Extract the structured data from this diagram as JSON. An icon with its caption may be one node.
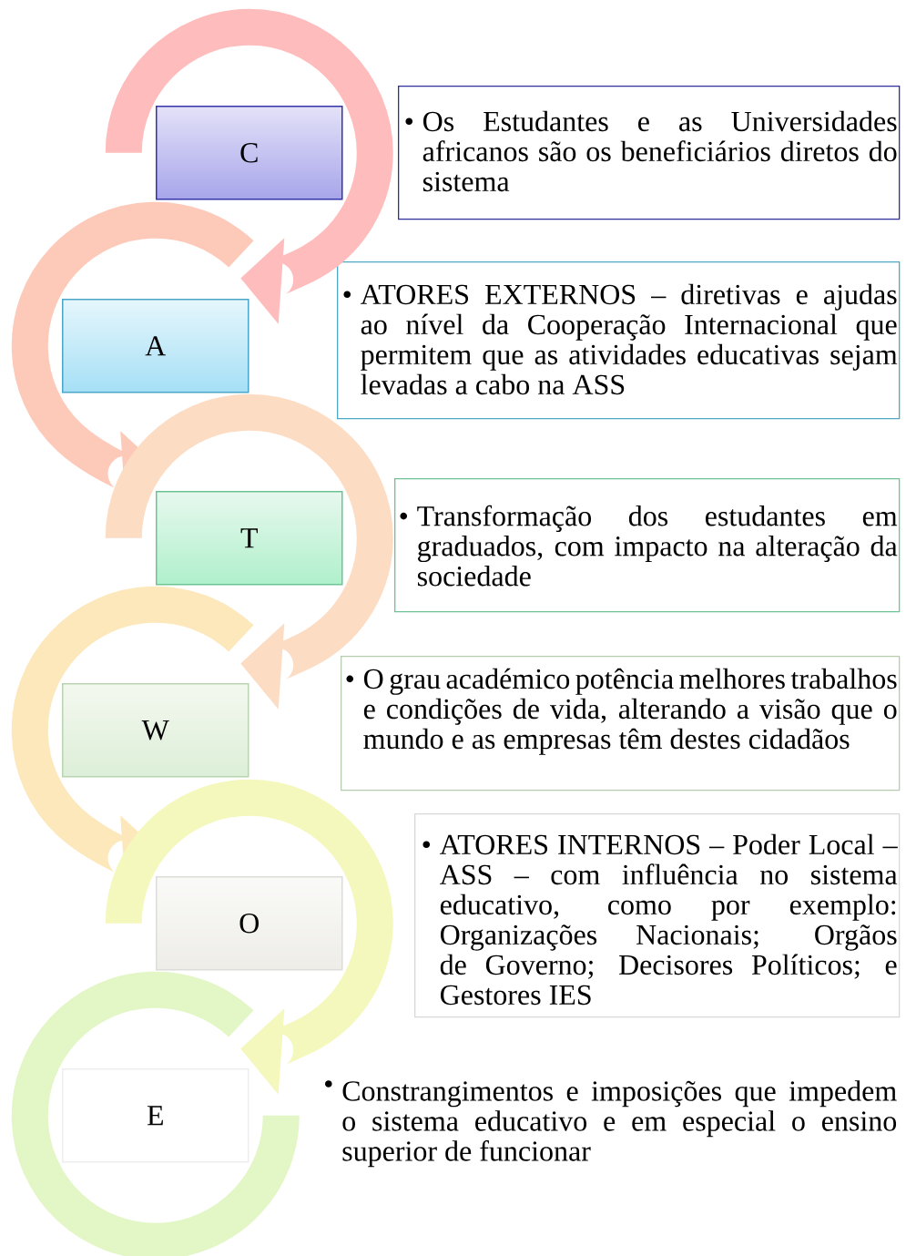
{
  "diagram": {
    "nodes": [
      {
        "text": [
          "C"
        ]
      },
      {
        "text": [
          "A"
        ]
      },
      {
        "text": [
          "T"
        ]
      },
      {
        "text": [
          "W"
        ]
      },
      {
        "text": [
          "O"
        ]
      },
      {
        "text": [
          "E"
        ]
      },
      {
        "text": [
          "•",
          "Os Estudantes e as Universidades africanos são os beneficiários diretos do sistema"
        ]
      },
      {
        "text": [
          "•",
          "ATORES EXTERNOS – diretivas e ajudas ao nível da Cooperação Internacional que permitem que as atividades educativas sejam levadas a cabo na ASS"
        ]
      },
      {
        "text": [
          "•",
          "Transformação dos estudantes em graduados, com impacto na alteração da sociedade"
        ]
      },
      {
        "text": [
          "•",
          "O grau académico potência melhores trabalhos e condições de vida, alterando a visão que o mundo e as empresas têm destes cidadãos"
        ]
      },
      {
        "text": [
          "•",
          "ATORES INTERNOS – Poder Local – ASS – com influência no sistema educativo, como por exemplo: Organizações Nacionais; Orgãos de Governo; Decisores Políticos; e Gestores IES"
        ]
      }
    ],
    "edges": [
      {
        "from": 0,
        "to": 1,
        "arrow": "to",
        "color": "#ffbcbc"
      },
      {
        "from": 1,
        "to": 2,
        "arrow": "to",
        "color": "#fdc9b8"
      },
      {
        "from": 2,
        "to": 3,
        "arrow": "to",
        "color": "#fddcc4"
      },
      {
        "from": 3,
        "to": 4,
        "arrow": "to",
        "color": "#fde8bc"
      },
      {
        "from": 4,
        "to": 5,
        "arrow": "to",
        "color": "#f4f8bc"
      },
      {
        "from": 5,
        "to": 5,
        "arrow": "none",
        "color": "#e2f6c6"
      }
    ],
    "labels": [
      "•",
      "Constrangimentos e imposições que impedem o sistema educativo e em especial o ensino superior de funcionar"
    ]
  }
}
